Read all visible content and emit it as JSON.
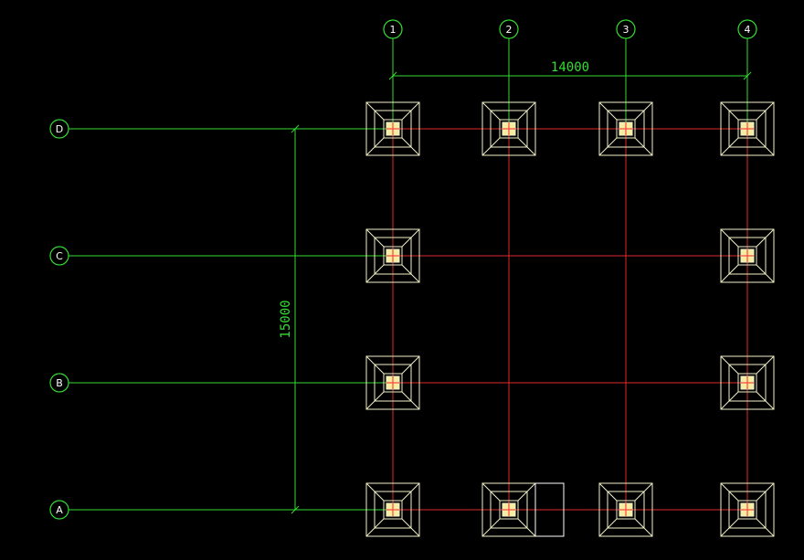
{
  "colors": {
    "background": "#000000",
    "axis_line": "#33dd33",
    "beam_line": "#e02a2a",
    "footing": "#f0f0c8",
    "column_fill": "#f5eea0",
    "column_mark": "#ff4040",
    "bubble_text": "#ffffff",
    "dimension": "#33dd33",
    "selection_box": "#ffffff"
  },
  "drawing": {
    "column_axes": [
      {
        "label": "1",
        "spacing_to_next": 3500
      },
      {
        "label": "2",
        "spacing_to_next": 3500
      },
      {
        "label": "3",
        "spacing_to_next": 3500
      },
      {
        "label": "4",
        "spacing_to_next": null
      }
    ],
    "row_axes": [
      {
        "label": "D",
        "spacing_to_next": 5000
      },
      {
        "label": "C",
        "spacing_to_next": 5000
      },
      {
        "label": "B",
        "spacing_to_next": 5000
      },
      {
        "label": "A",
        "spacing_to_next": null
      }
    ],
    "dimensions": {
      "horizontal_total": "14000",
      "vertical_total": "15000"
    },
    "footings": [
      {
        "col": "1",
        "row": "D"
      },
      {
        "col": "2",
        "row": "D"
      },
      {
        "col": "3",
        "row": "D"
      },
      {
        "col": "4",
        "row": "D"
      },
      {
        "col": "1",
        "row": "C"
      },
      {
        "col": "4",
        "row": "C"
      },
      {
        "col": "1",
        "row": "B"
      },
      {
        "col": "4",
        "row": "B"
      },
      {
        "col": "1",
        "row": "A"
      },
      {
        "col": "2",
        "row": "A"
      },
      {
        "col": "3",
        "row": "A"
      },
      {
        "col": "4",
        "row": "A"
      }
    ],
    "beams": {
      "horizontal_rows": [
        "D",
        "C",
        "B",
        "A"
      ],
      "vertical_cols": [
        "1",
        "2",
        "3",
        "4"
      ]
    }
  }
}
